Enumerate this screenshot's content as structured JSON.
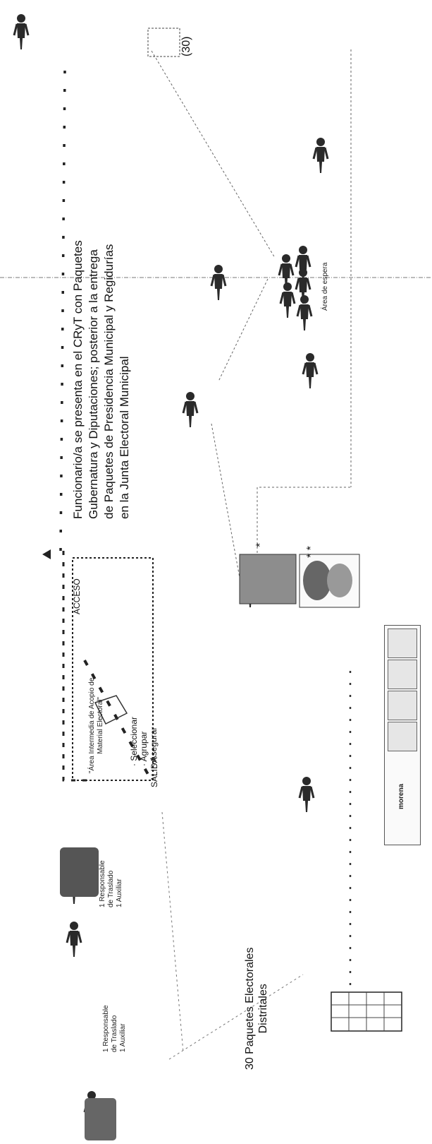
{
  "header": {
    "title_lines": [
      "Funcionario/a se presenta en el CRyT con Paquetes",
      "Gubernatura y Diputaciones; posterior a la entrega",
      "de Paquetes de Presidencia Municipal y Regidurías",
      "en la Junta Electoral Municipal"
    ]
  },
  "labels": {
    "count_30": "(30)",
    "waiting_area": "Área de espera",
    "access": "ACCESO",
    "exit": "SALIDA",
    "intermediate_area_l1": "\"Área Intermedia de Acopio de",
    "intermediate_area_l2": "Material Electoral\"",
    "step_select": "· Seleccionar",
    "step_group": "· Agrupar",
    "step_secure": "· Asegurar",
    "asterisk_1": "*",
    "asterisk_2": "* *",
    "transfer_1_l1": "1 Responsable",
    "transfer_1_l2": "de Traslado",
    "transfer_1_l3": "1 Auxiliar",
    "transfer_2_l1": "1 Responsable",
    "transfer_2_l2": "de Traslado",
    "transfer_2_l3": "1 Auxiliar",
    "packages_l1": "30 Paquetes Electorales",
    "packages_l2": "Distritales",
    "logo_morena": "morena"
  },
  "colors": {
    "ink": "#111111",
    "figure": "#2a2a2a",
    "line": "#444444",
    "paper": "#ffffff"
  }
}
